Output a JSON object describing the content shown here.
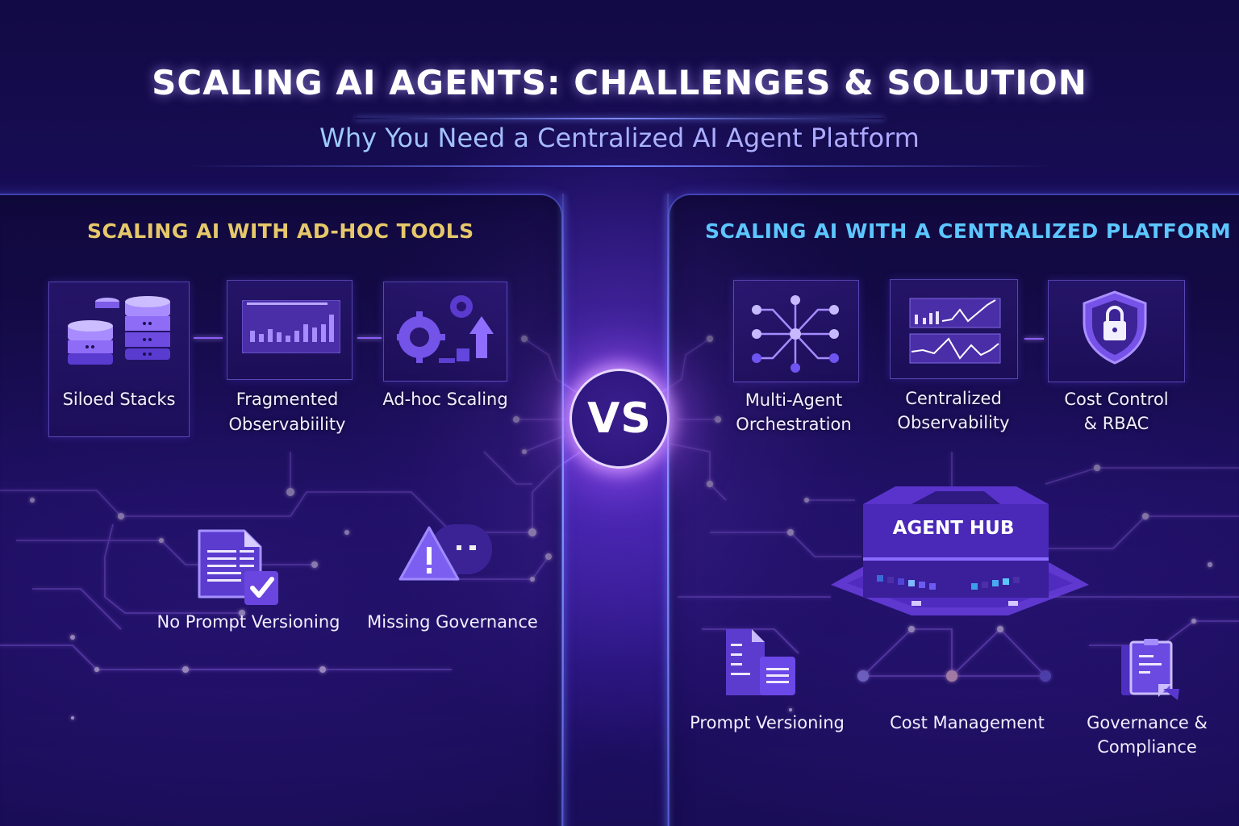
{
  "header": {
    "title": "SCALING AI AGENTS: CHALLENGES & SOLUTION",
    "subtitle": "Why You Need a Centralized AI Agent Platform"
  },
  "left_panel": {
    "heading": "SCALING AI WITH AD-HOC TOOLS",
    "heading_color": "#e6c86a",
    "cards": [
      {
        "label": "Siloed Stacks",
        "icon": "database-stack-icon"
      },
      {
        "label_line1": "Fragmented",
        "label_line2": "Observabiility",
        "icon": "bar-chart-dashboard-icon"
      },
      {
        "label": "Ad-hoc Scaling",
        "icon": "gears-arrow-up-icon"
      }
    ],
    "bottom_items": [
      {
        "label": "No Prompt Versioning",
        "icon": "document-check-icon"
      },
      {
        "label": "Missing Governance",
        "icon": "warning-triangle-icon"
      }
    ]
  },
  "vs_badge": "VS",
  "right_panel": {
    "heading": "SCALING AI WITH A CENTRALIZED PLATFORM",
    "heading_color": "#5cc6ff",
    "cards": [
      {
        "label_line1": "Multi-Agent",
        "label_line2": "Orchestration",
        "icon": "network-hub-icon"
      },
      {
        "label_line1": "Centralized",
        "label_line2": "Observability",
        "icon": "line-chart-dashboard-icon"
      },
      {
        "label_line1": "Cost Control",
        "label_line2": "& RBAC",
        "icon": "shield-lock-icon"
      }
    ],
    "hub_label": "AGENT HUB",
    "bottom_items": [
      {
        "label": "Prompt Versioning",
        "icon": "documents-icon"
      },
      {
        "label": "Cost Management",
        "icon": "cost-network-icon"
      },
      {
        "label_line1": "Governance &",
        "label_line2": "Compliance",
        "icon": "clipboard-icon"
      }
    ]
  },
  "colors": {
    "background": "#1a0e5c",
    "accent_purple": "#8b5cf6",
    "panel_border": "#6470ff",
    "vs_glow": "#d296ff"
  }
}
